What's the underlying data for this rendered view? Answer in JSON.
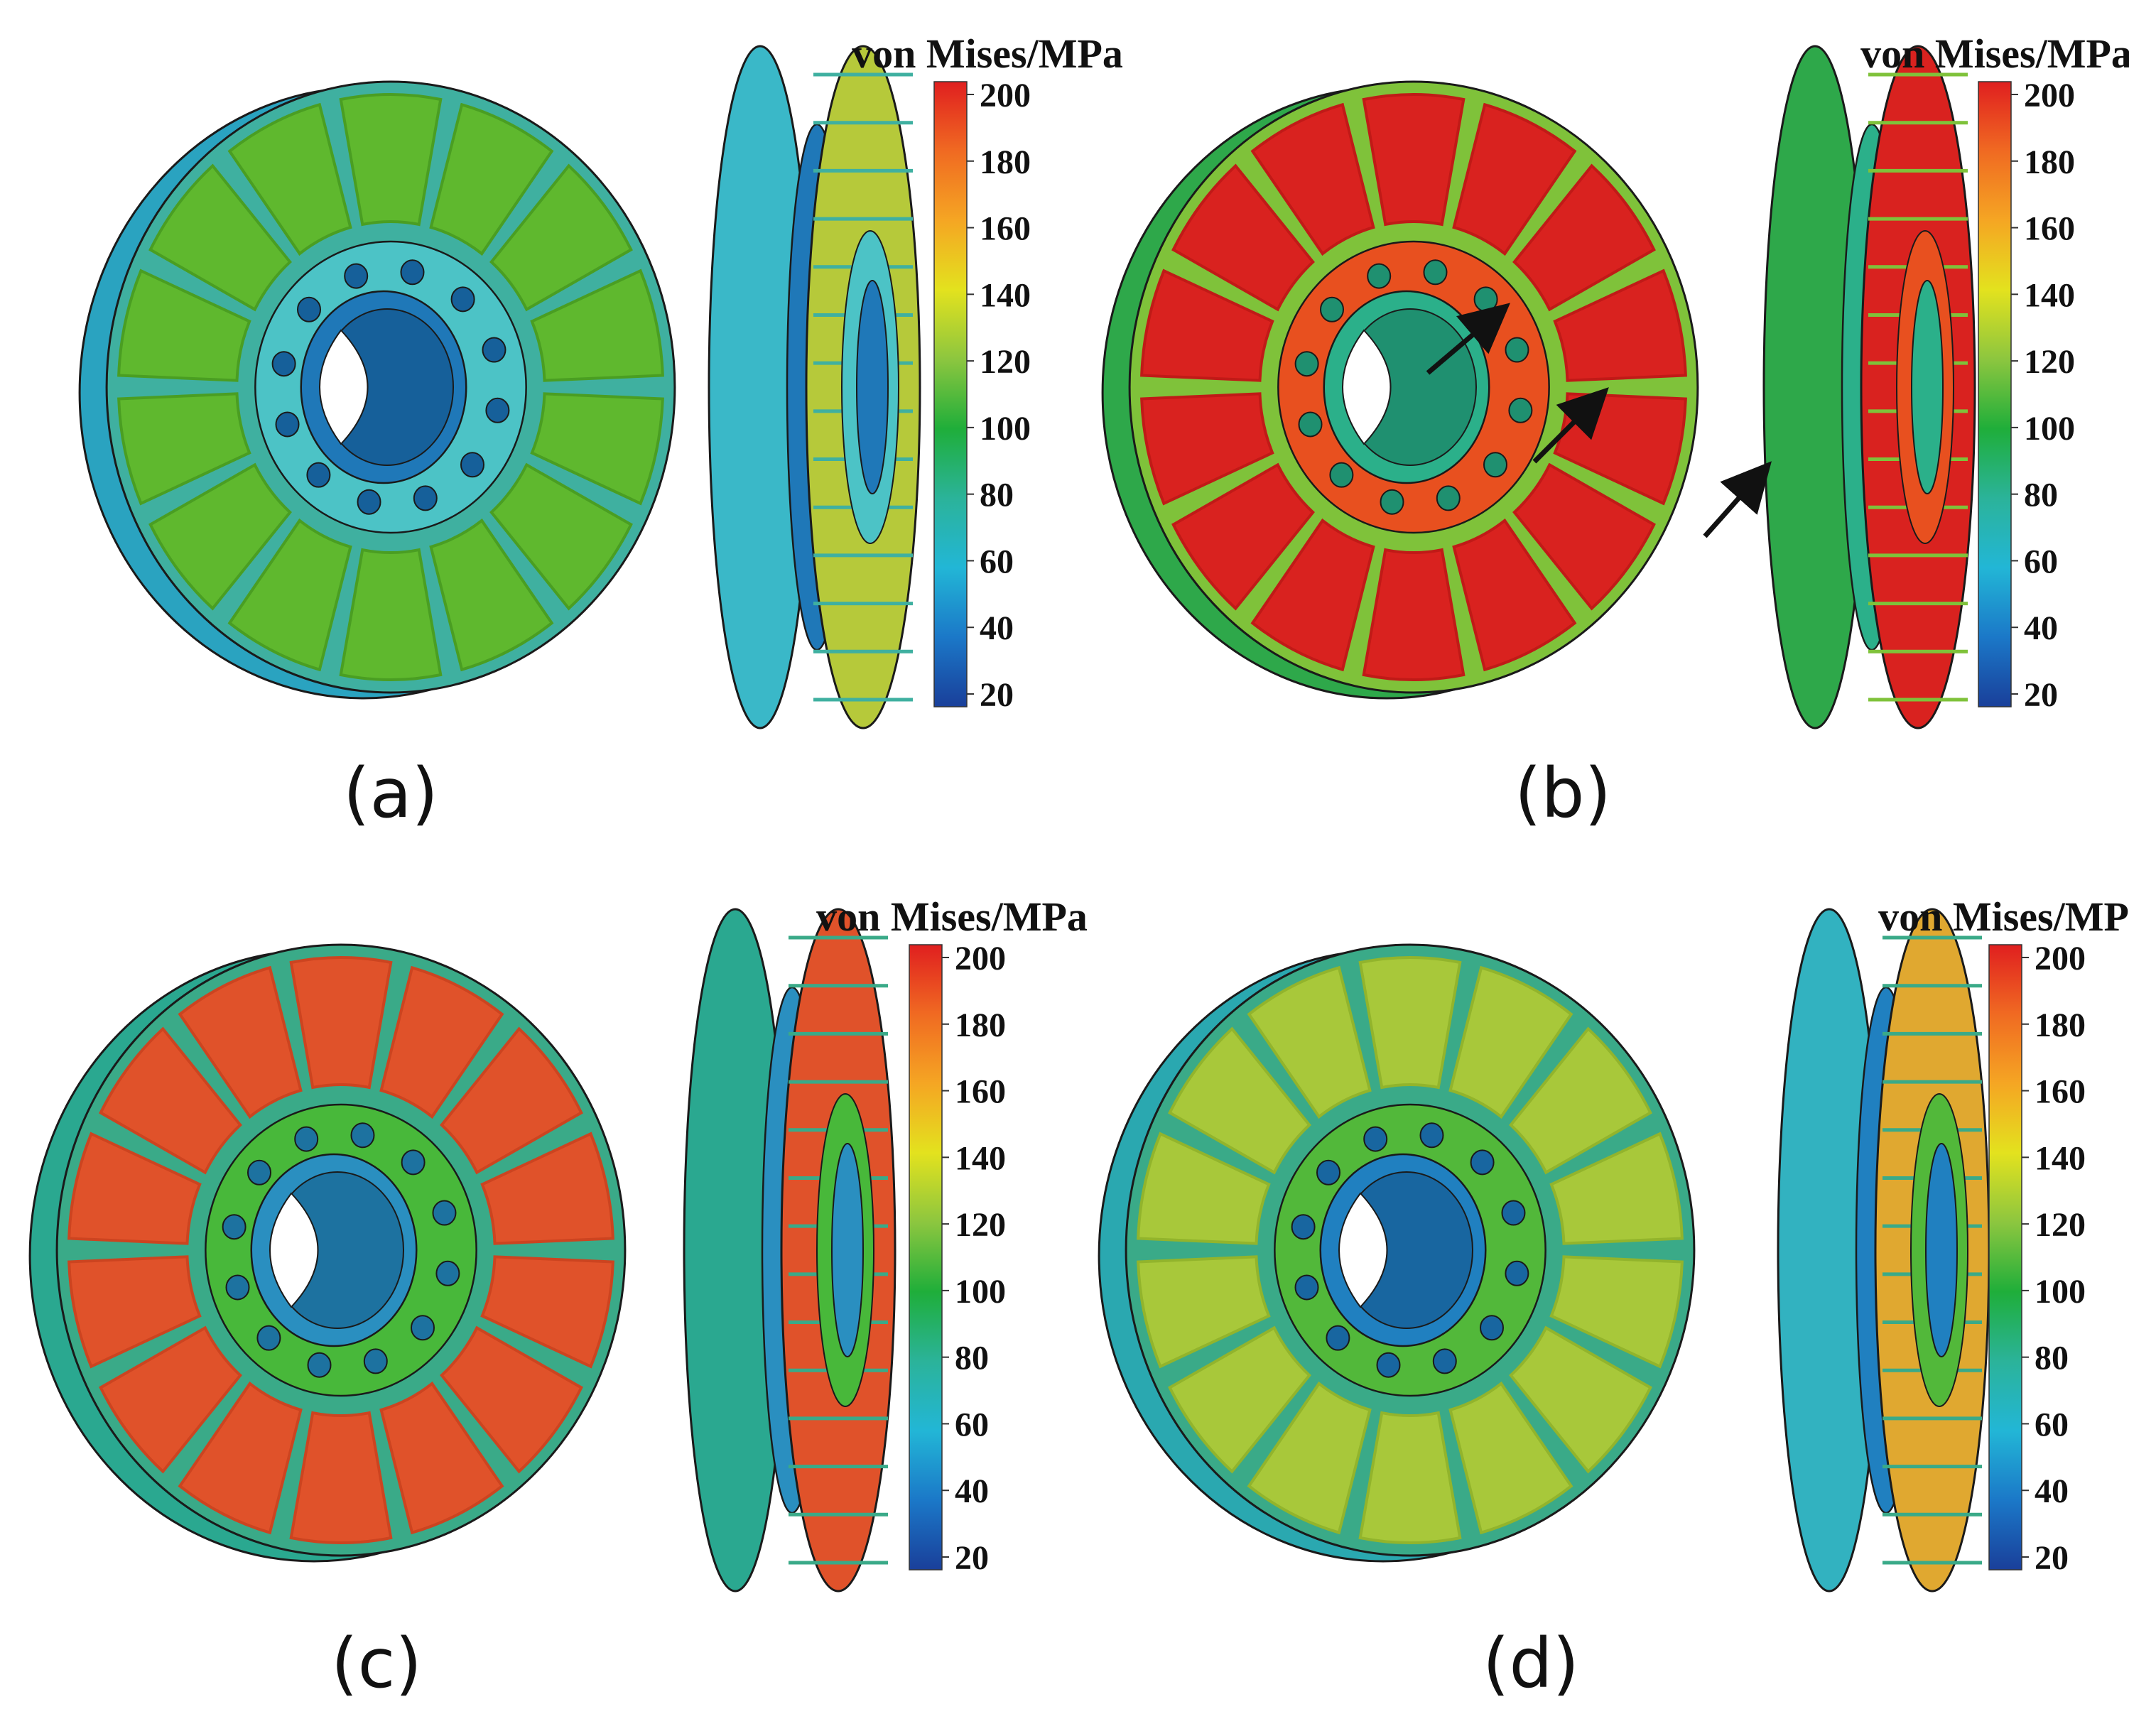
{
  "legend_title": "von Mises/MPa",
  "legend_ticks": [
    "200",
    "180",
    "160",
    "140",
    "120",
    "100",
    "80",
    "60",
    "40",
    "20"
  ],
  "legend_gradient": [
    "#1a3f9a",
    "#1b78c8",
    "#22b6d6",
    "#2bb39a",
    "#1fae3a",
    "#8cc63f",
    "#e3e21e",
    "#f5a623",
    "#f06a22",
    "#e01f1f"
  ],
  "icons": [
    "brake-disc-front-icon",
    "brake-disc-side-icon",
    "hot-spot-arrow-icon"
  ],
  "colors": {
    "outline": "#1a1a1a",
    "arrow": "#111111",
    "bore_white": "#ffffff"
  },
  "panels": [
    {
      "label": "(a)",
      "friction_color": "#5fb82e",
      "friction_shade": "#4a9e22",
      "groove_color": "#3fb0a0",
      "ring_color": "#4cc3c6",
      "rim_color": "#2aa3c0",
      "hub_color": "#1f78b8",
      "hub_dark": "#16609a",
      "side_back_color": "#3ab8c8",
      "side_front_color": "#b6c93a",
      "arrows": 0
    },
    {
      "label": "(b)",
      "friction_color": "#d9221f",
      "friction_shade": "#c01a17",
      "groove_color": "#7fc23a",
      "ring_color": "#e8501f",
      "rim_color": "#2ea84a",
      "hub_color": "#2bb08a",
      "hub_dark": "#1f9070",
      "side_back_color": "#2ea84a",
      "side_front_color": "#d9221f",
      "arrows": 3
    },
    {
      "label": "(c)",
      "friction_color": "#e0522a",
      "friction_shade": "#cc4420",
      "groove_color": "#3aaa88",
      "ring_color": "#48b83a",
      "rim_color": "#2aa890",
      "hub_color": "#2a8fc0",
      "hub_dark": "#1d72a0",
      "side_back_color": "#2aa890",
      "side_front_color": "#e0522a",
      "arrows": 0
    },
    {
      "label": "(d)",
      "friction_color": "#a8c83a",
      "friction_shade": "#92b42c",
      "groove_color": "#3aaa88",
      "ring_color": "#52b83a",
      "rim_color": "#2aa8b0",
      "hub_color": "#2080c0",
      "hub_dark": "#1866a0",
      "side_back_color": "#32b2c0",
      "side_front_color": "#e0a830",
      "arrows": 0
    }
  ]
}
